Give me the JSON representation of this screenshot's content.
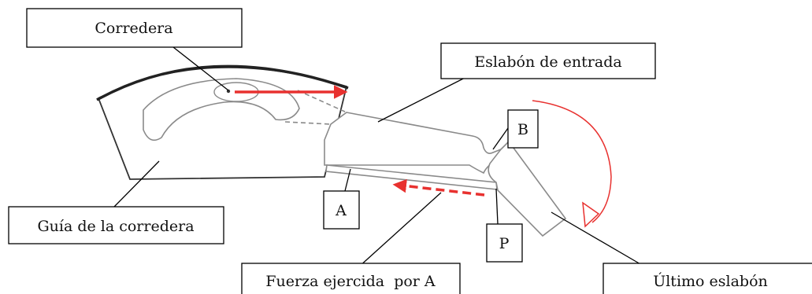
{
  "labels": {
    "corredera": "Corredera",
    "eslabon_entrada": "Eslabón de entrada",
    "b": "B",
    "guia": "Guía de la corredera",
    "a": "A",
    "p": "P",
    "fuerza": "Fuerza ejercida  por A",
    "ultimo": "Último eslabón"
  },
  "colors": {
    "arrow_red": "#e8312f",
    "outline_dark": "#333333",
    "part_gray": "#8a8a8a"
  }
}
